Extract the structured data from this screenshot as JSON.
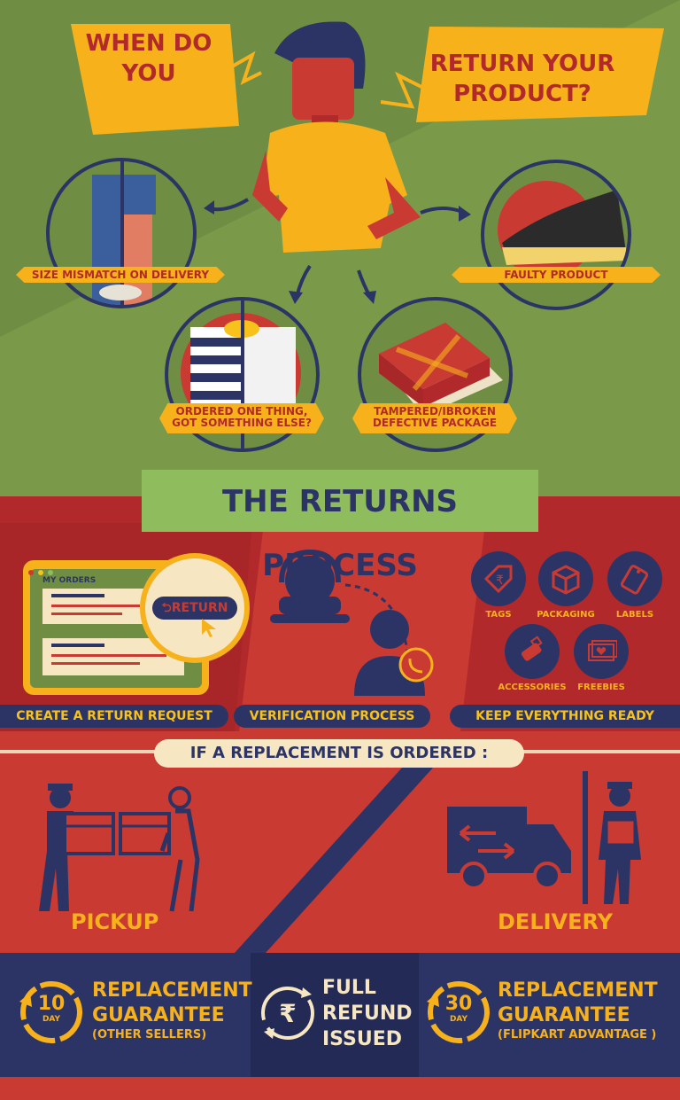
{
  "header": {
    "title_left": [
      "WHEN DO",
      "YOU"
    ],
    "title_right": [
      "RETURN YOUR",
      "PRODUCT?"
    ]
  },
  "reasons": [
    {
      "label": "SIZE MISMATCH ON DELIVERY",
      "icon": "trousers-icon"
    },
    {
      "label": "FAULTY PRODUCT",
      "icon": "shoe-icon"
    },
    {
      "label": "ORDERED ONE THING,\nGOT SOMETHING ELSE?",
      "icon": "shirt-icon"
    },
    {
      "label": "TAMPERED/IBROKEN\nDEFECTIVE PACKAGE",
      "icon": "package-icon"
    }
  ],
  "process": {
    "title": "THE RETURNS PROCESS",
    "my_orders": "MY ORDERS",
    "return_button": "RETURN",
    "steps": [
      "CREATE A RETURN REQUEST",
      "VERIFICATION PROCESS",
      "KEEP EVERYTHING READY"
    ],
    "ready_items": [
      "TAGS",
      "PACKAGING",
      "LABELS",
      "ACCESSORIES",
      "FREEBIES"
    ]
  },
  "replacement": {
    "heading": "IF A REPLACEMENT IS ORDERED :",
    "pickup": "PICKUP",
    "delivery": "DELIVERY"
  },
  "guarantees": [
    {
      "days": "10",
      "unit": "DAY",
      "title": [
        "REPLACEMENT",
        "GUARANTEE"
      ],
      "sub": "(OTHER SELLERS)"
    },
    {
      "title": [
        "FULL",
        "REFUND",
        "ISSUED"
      ],
      "symbol": "₹"
    },
    {
      "days": "30",
      "unit": "DAY",
      "title": [
        "REPLACEMENT",
        "GUARANTEE"
      ],
      "sub": "(FLIPKART ADVANTAGE )"
    }
  ],
  "colors": {
    "green": "#6f8e43",
    "red": "#c93a33",
    "navy": "#2c3466",
    "yellow": "#f7b11b"
  }
}
